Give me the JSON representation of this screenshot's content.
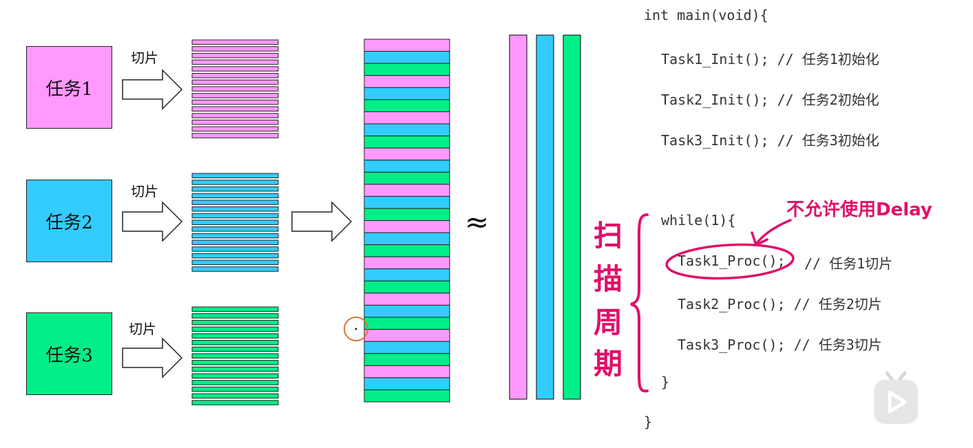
{
  "tasks": [
    {
      "label": "任务1",
      "color": "#ff99ff"
    },
    {
      "label": "任务2",
      "color": "#33ccff"
    },
    {
      "label": "任务3",
      "color": "#00ee88"
    }
  ],
  "slice_label": "切片",
  "approx_symbol": "≈",
  "code": {
    "line1": "int main(void){",
    "init1": "Task1_Init(); // 任务1初始化",
    "init2": "Task2_Init(); // 任务2初始化",
    "init3": "Task3_Init(); // 任务3初始化",
    "while_open": "while(1){",
    "proc1_call": "Task1_Proc();",
    "proc1_comment": "// 任务1切片",
    "proc2": "Task2_Proc(); // 任务2切片",
    "proc3": "Task3_Proc(); // 任务3切片",
    "while_close": "}",
    "main_close": "}"
  },
  "annotations": {
    "no_delay": "不允许使用Delay",
    "scan_cycle_chars": [
      "扫",
      "描",
      "周",
      "期"
    ]
  },
  "colors": {
    "pink": "#ff99ff",
    "blue": "#33ccff",
    "green": "#00ee88",
    "annotation": "#e0106a",
    "cursor_ring": "#e07030"
  },
  "icons": {
    "play_button": "play-icon"
  }
}
